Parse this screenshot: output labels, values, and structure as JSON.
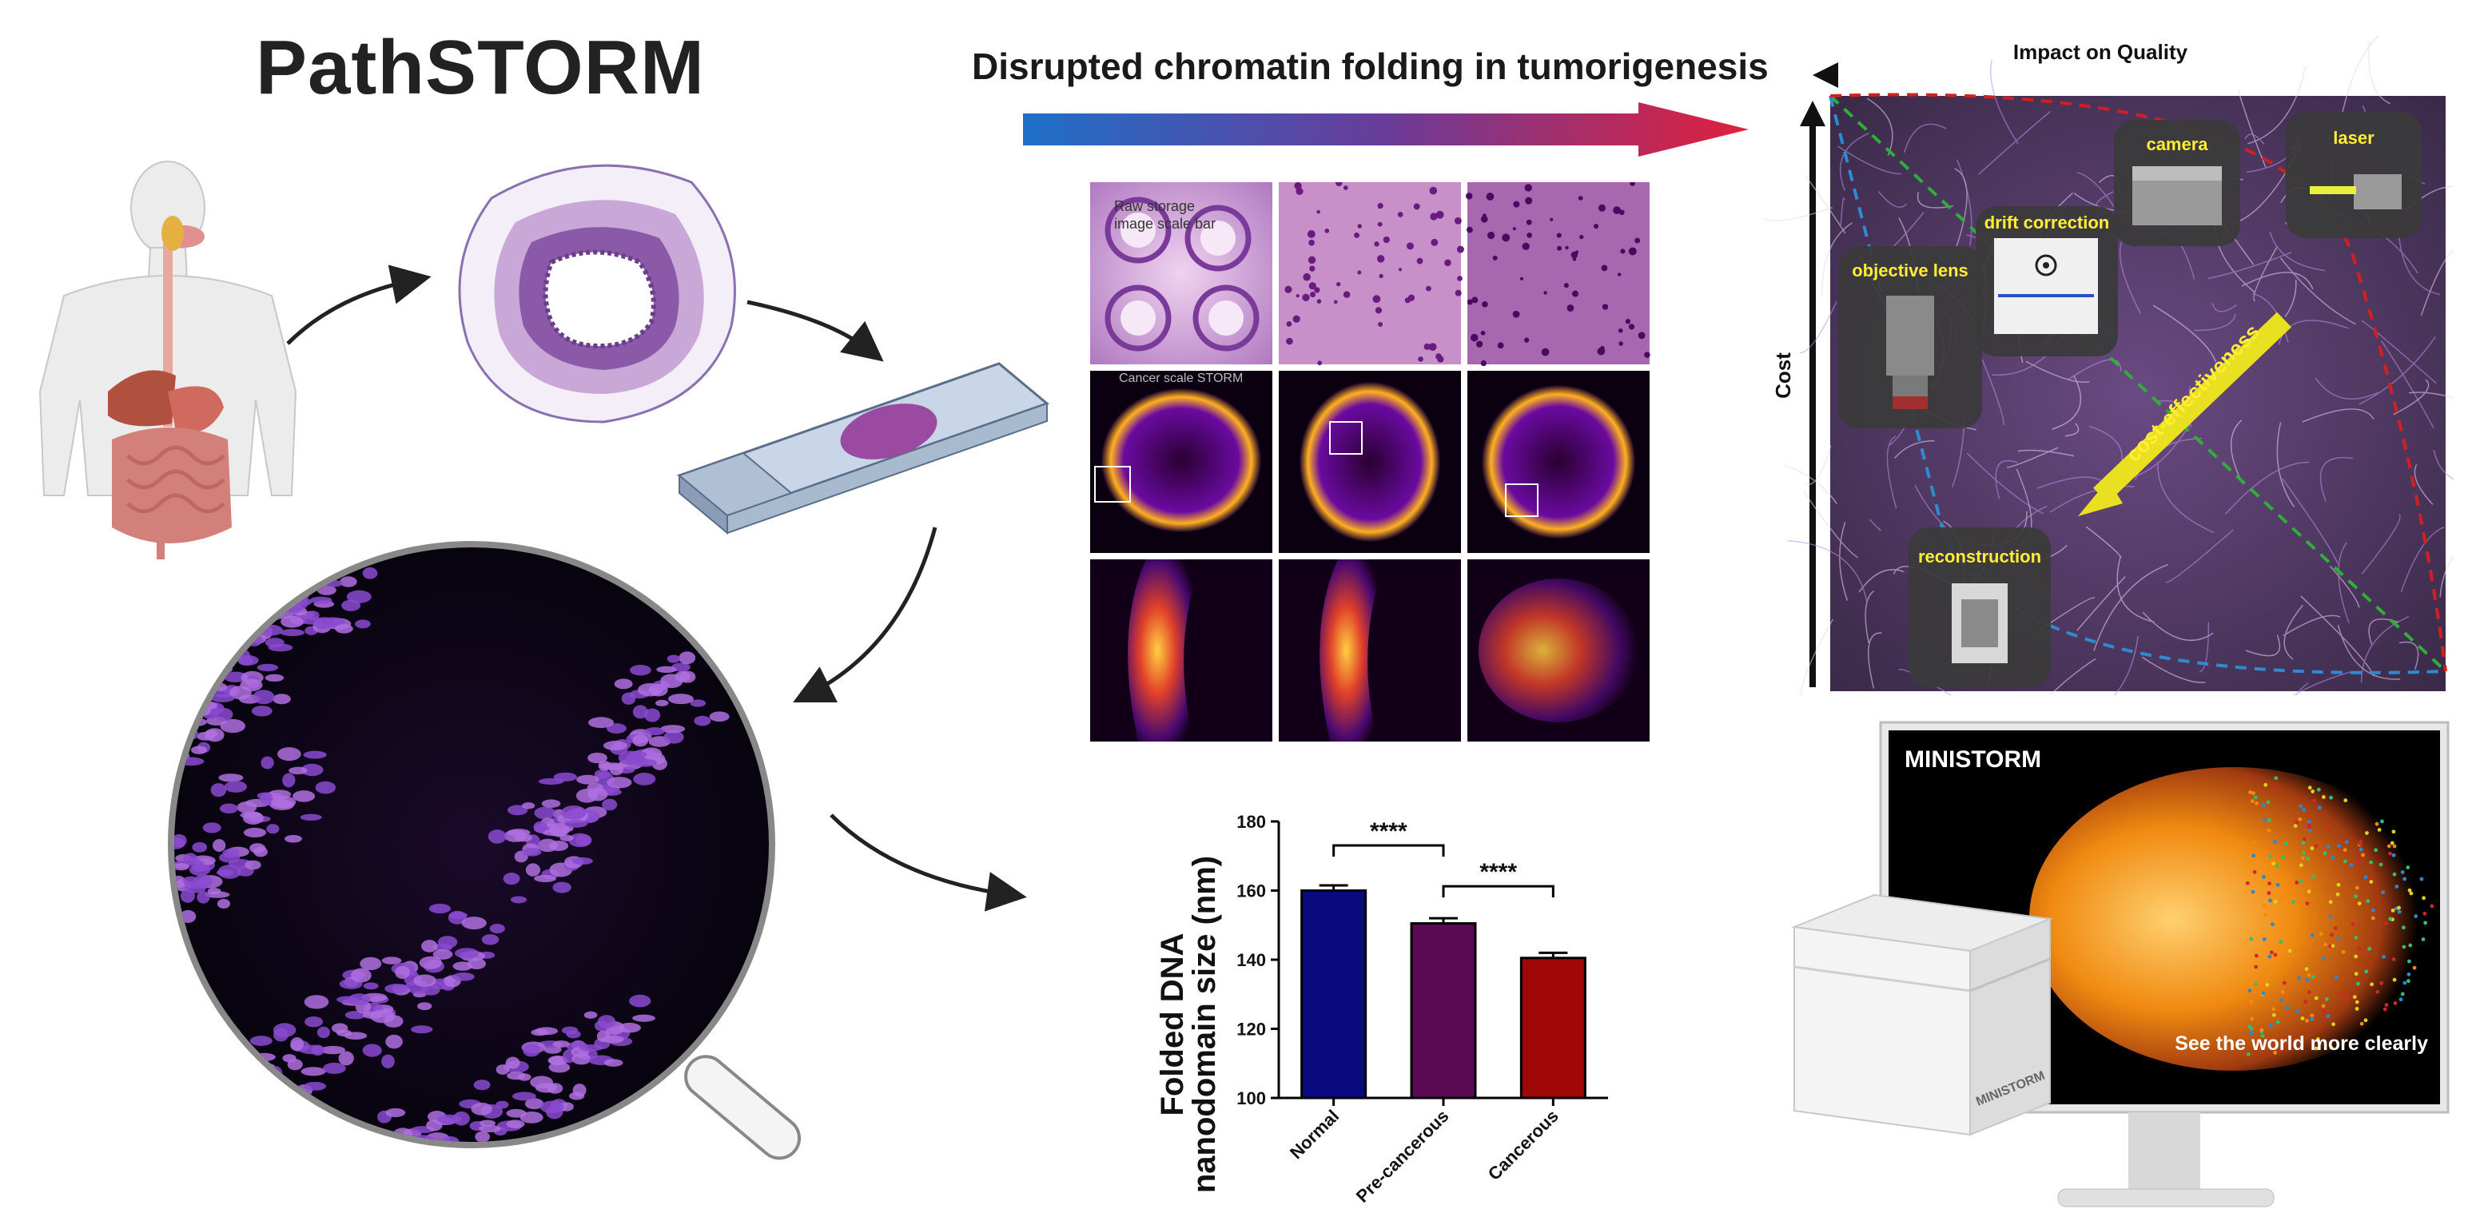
{
  "title": "PathSTORM",
  "headline": "Disrupted chromatin folding in tumorigenesis",
  "micrograph_overlay_text": [
    "Raw storage",
    "image scale bar",
    "Cancer scale STORM"
  ],
  "quality_panel": {
    "x_axis_label": "Impact on Quality",
    "y_axis_label": "Cost",
    "components": [
      "camera",
      "laser",
      "drift correction",
      "objective lens",
      "reconstruction"
    ],
    "diagonal_label": "cost-effectiveness"
  },
  "product": {
    "screen_brand": "MINISTORM",
    "screen_tagline": "See the world more clearly",
    "box_brand": "MINISTORM"
  },
  "chart_data": {
    "type": "bar",
    "categories": [
      "Normal",
      "Pre-cancerous",
      "Cancerous"
    ],
    "values": [
      160,
      150.5,
      140.5
    ],
    "errors": [
      1.5,
      1.5,
      1.5
    ],
    "colors": [
      "#0a0a80",
      "#5a0a52",
      "#a00808"
    ],
    "ylabel_line1": "Folded DNA",
    "ylabel_line2": "nanodomain size (nm)",
    "ylim": [
      100,
      180
    ],
    "yticks": [
      100,
      120,
      140,
      160,
      180
    ],
    "significance": [
      {
        "from": 0,
        "to": 1,
        "label": "****"
      },
      {
        "from": 1,
        "to": 2,
        "label": "****"
      }
    ]
  }
}
